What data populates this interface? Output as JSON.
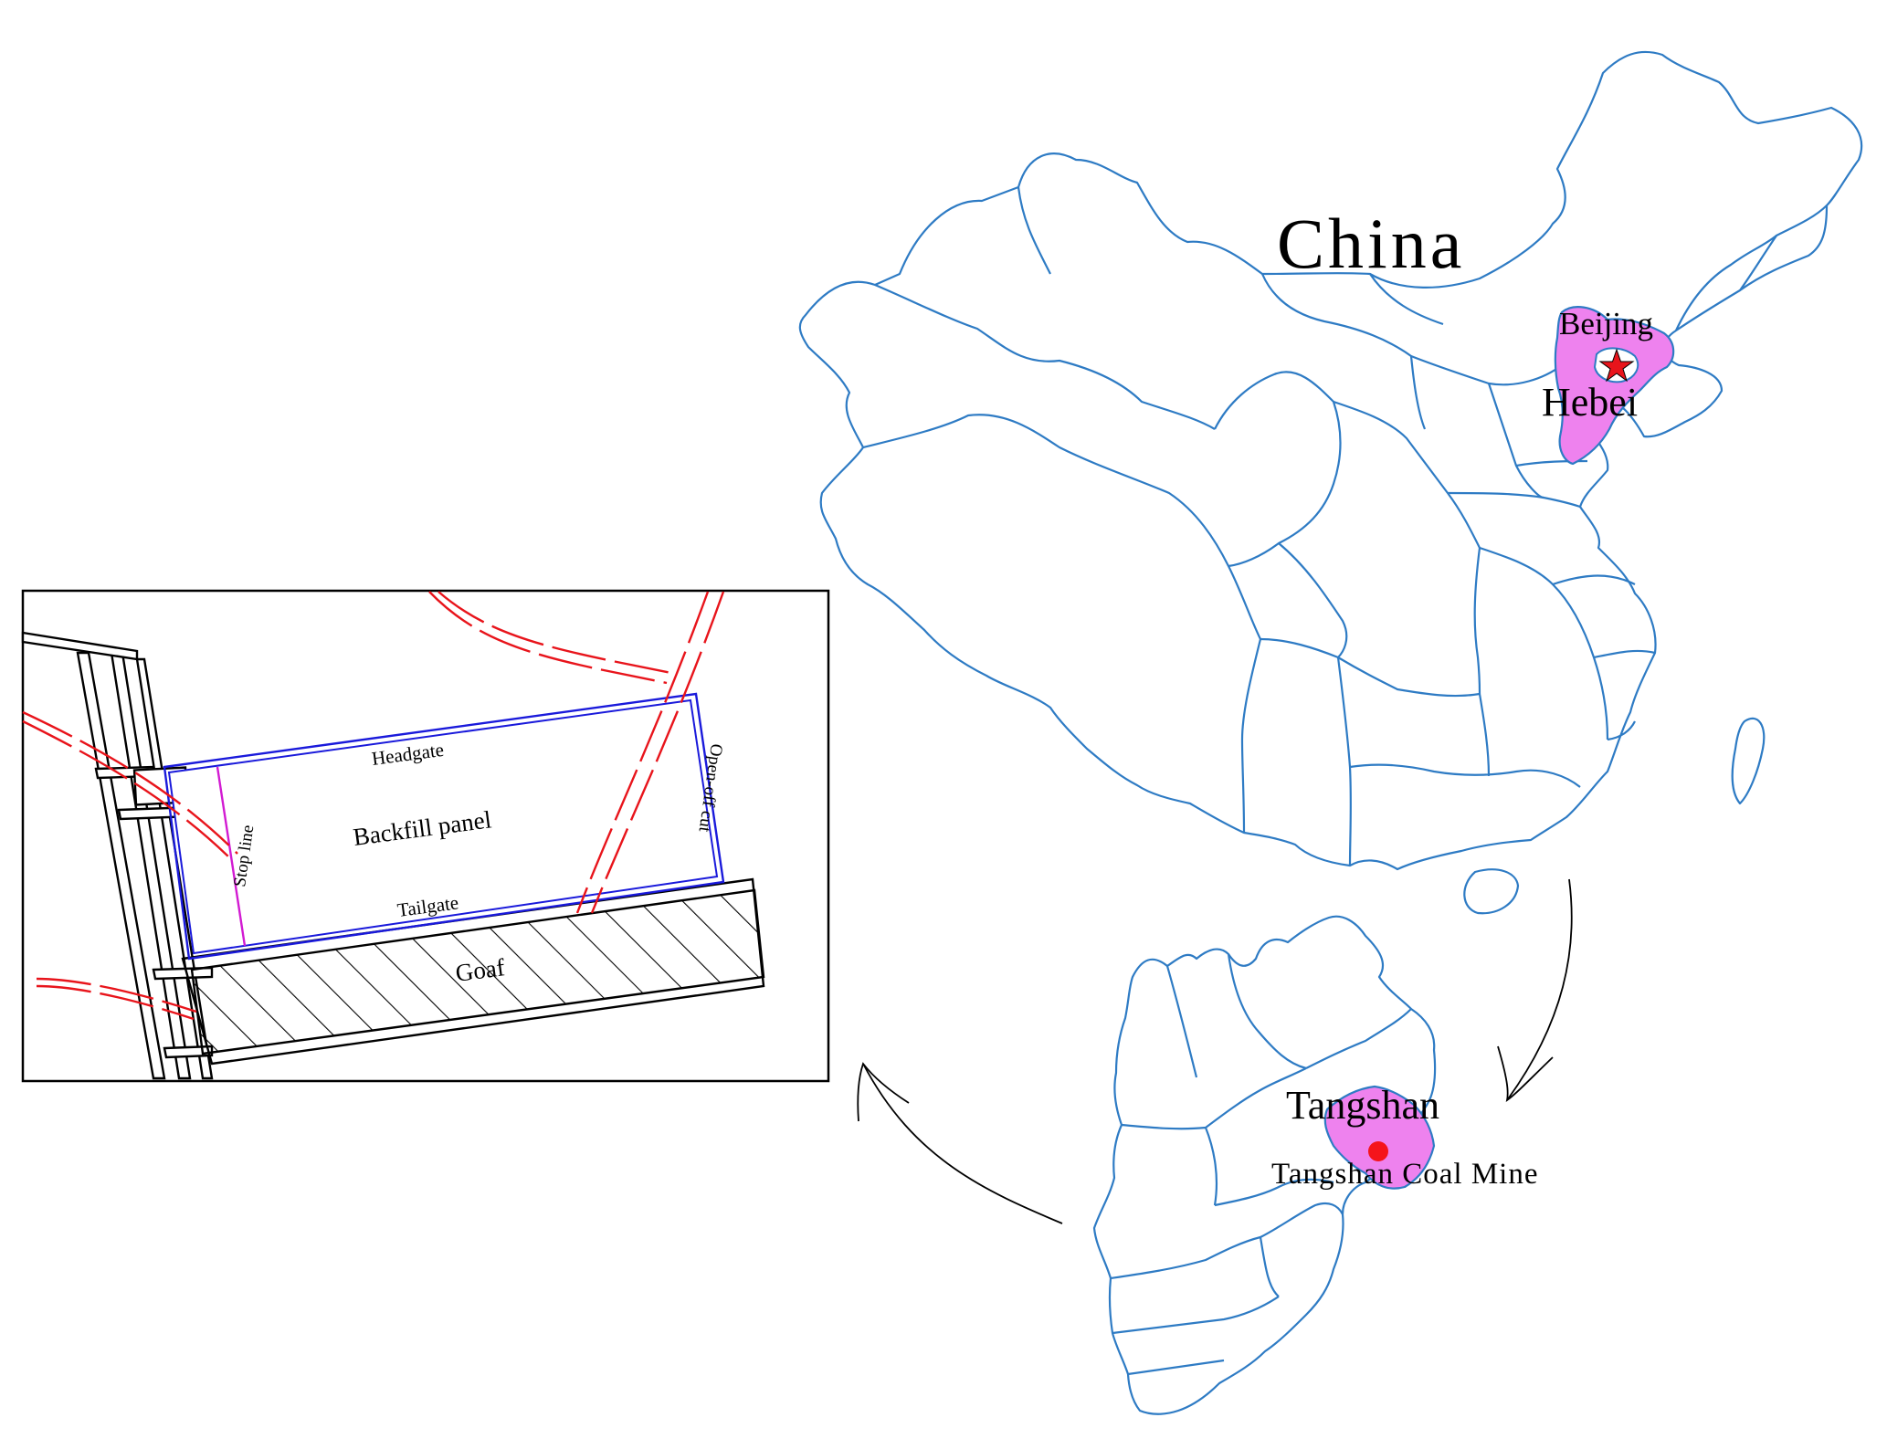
{
  "labels": {
    "country": "China",
    "capital": "Beijing",
    "province": "Hebei",
    "city": "Tangshan",
    "mine": "Tangshan Coal Mine"
  },
  "panel_labels": {
    "headgate": "Headgate",
    "tailgate": "Tailgate",
    "open_off_cut": "Open-off cut",
    "stop_line": "Stop line",
    "backfill_panel": "Backfill panel",
    "goaf": "Goaf"
  },
  "colors": {
    "province_border": "#2e7bc4",
    "highlight_fill": "#ee82ee",
    "capital_star": "#e8141b",
    "mine_dot": "#f5141b",
    "fault": "#e8141b",
    "panel_border": "#1a1adb",
    "stop_line": "#d21bd2"
  },
  "icons": {
    "capital": "star-icon",
    "mine": "dot-icon",
    "flow": "arrow-icon"
  }
}
